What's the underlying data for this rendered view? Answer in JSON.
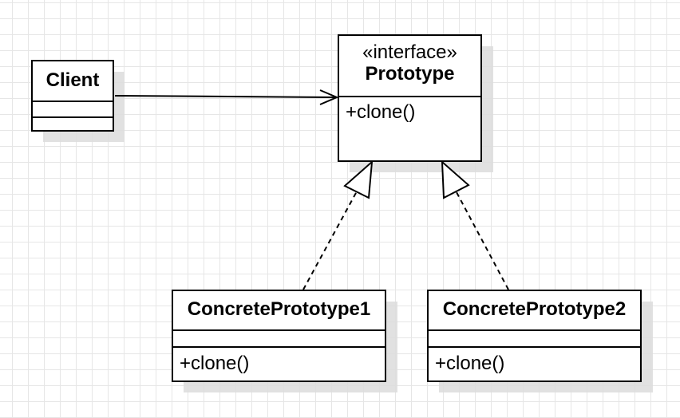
{
  "diagram": {
    "client": {
      "name": "Client"
    },
    "prototype": {
      "stereotype": "«interface»",
      "name": "Prototype",
      "methods": [
        "+clone()"
      ]
    },
    "concrete_1": {
      "name": "ConcretePrototype1",
      "methods": [
        "+clone()"
      ]
    },
    "concrete_2": {
      "name": "ConcretePrototype2",
      "methods": [
        "+clone()"
      ]
    }
  },
  "style": {
    "line_color": "#000000",
    "grid_color": "#e6e6e6",
    "shadow_color": "#dcdcdc"
  }
}
